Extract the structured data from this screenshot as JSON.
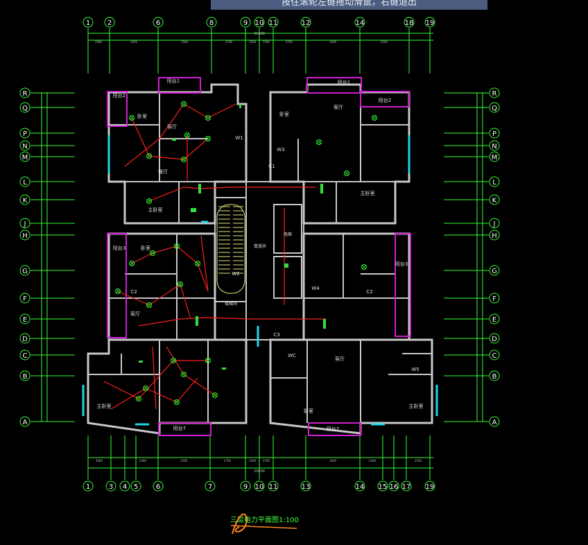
{
  "tooltip": {
    "text": "按住滚轮左键拖动滑鼠，右键退出"
  },
  "drawing": {
    "title": "三层电力平面图1:100",
    "top_axes": [
      "1",
      "2",
      "6",
      "8",
      "9",
      "10",
      "11",
      "12",
      "14",
      "18",
      "19"
    ],
    "bottom_axes": [
      "1",
      "3",
      "4",
      "5",
      "6",
      "7",
      "9",
      "10",
      "11",
      "13",
      "14",
      "15",
      "16",
      "17",
      "19"
    ],
    "row_axes": [
      "R",
      "Q",
      "P",
      "N",
      "M",
      "L",
      "K",
      "J",
      "H",
      "G",
      "F",
      "E",
      "D",
      "C",
      "B",
      "A"
    ],
    "top_dims": [
      "3900",
      "1000",
      "1500",
      "2700",
      "1500",
      "1500",
      "3700",
      "3400",
      "2500"
    ],
    "bottom_dims": [
      "3900",
      "2400",
      "1500",
      "2700",
      "1500",
      "3700",
      "3400",
      "2400",
      "2500"
    ],
    "top_total": "29400",
    "bottom_total": "29400",
    "rooms_left": [
      "阳台1",
      "阳台2",
      "阳台3",
      "卧室",
      "客厅",
      "餐厅",
      "主卧室",
      "卧室",
      "客厅",
      "主卧室",
      "阳台7",
      "W1",
      "W2",
      "WC",
      "C1",
      "C2"
    ],
    "rooms_right": [
      "阳台1",
      "阳台2",
      "阳台3",
      "卧室",
      "客厅",
      "主卧室",
      "客厅",
      "卧室",
      "主卧室",
      "阳台7",
      "W3",
      "W4",
      "W5",
      "C3",
      "C2"
    ],
    "core_labels": [
      "楼梯间",
      "管道井",
      "电梯"
    ]
  },
  "colors": {
    "background": "#000000",
    "walls": "#c8c8c8",
    "axis": "#33ff33",
    "balcony": "#d020d0",
    "window": "#20d8e8",
    "wiring": "#ff2020",
    "fixture": "#30e040",
    "stair": "#e8e880",
    "title": "#40ff40",
    "signature": "#ff8a20"
  }
}
